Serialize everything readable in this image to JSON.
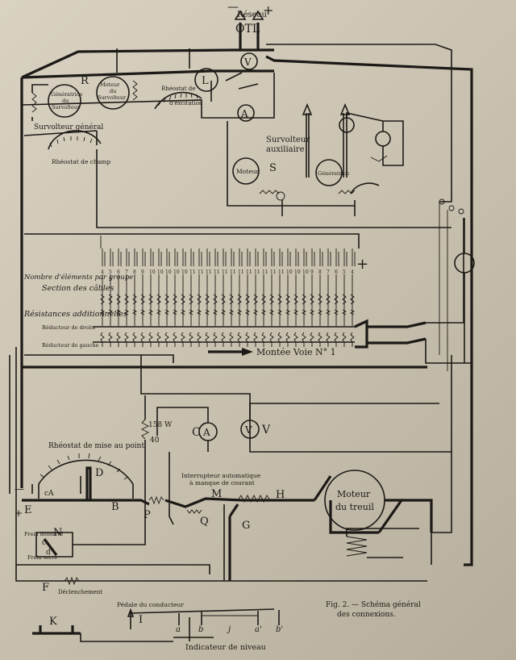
{
  "top": {
    "reseau_label": "Réseau",
    "otl_label": "OTL",
    "minus": "—",
    "plus": "+"
  },
  "letters": {
    "R": "R",
    "V": "V",
    "L": "L",
    "A": "A",
    "S": "S",
    "C": "C",
    "D": "D",
    "B": "B",
    "P": "P",
    "M": "M",
    "Q": "Q",
    "H": "H",
    "G": "G",
    "E": "E",
    "N": "N",
    "F": "F",
    "I": "I",
    "K": "K",
    "a": "a",
    "b": "b",
    "j": "j",
    "a_prime": "a'",
    "b_prime": "b'",
    "c": "c",
    "d": "d",
    "cA": "cA",
    "V2": "V"
  },
  "labels": {
    "generatrice_line1": "Génératrice",
    "generatrice_line2": "du",
    "generatrice_line3": "Survolteur",
    "moteur_serv_line1": "Moteur",
    "moteur_serv_line2": "du",
    "moteur_serv_line3": "Survolteur",
    "rheostat_excitation_line1": "Rhéostat de",
    "rheostat_excitation_line2": "d'excitation",
    "survolteur_general": "Survolteur général",
    "rheostat_champ": "Rhéostat de champ",
    "survolteur_aux_line1": "Survolteur",
    "survolteur_aux_line2": "auxiliaire",
    "moteur_small": "Moteur",
    "generatrice_small": "Génératrice",
    "nombre_elements": "Nombre d'éléments par groupe",
    "section_cables": "Section des câbles",
    "resistances_add": "Résistances additionnelles",
    "reducteur_droite": "Réducteur de droite",
    "reducteur_gauche": "Réducteur de gauche",
    "montee_voie": "Montée Voie N° 1",
    "battery_plus": "+",
    "w158": "158 W",
    "w40": "40",
    "rheostat_mise_line": "Rhéostat de mise au point",
    "interrupteur_line1": "Interrupteur automatique",
    "interrupteur_line2": "à manque de courant",
    "moteur_treuil_line1": "Moteur",
    "moteur_treuil_line2": "du treuil",
    "frein_desserre": "Frein desserré",
    "frein_serre": "Frein serré",
    "declenchement": "Déclenchement",
    "pedale": "Pédale du conducteur",
    "indicateur": "Indicateur de niveau",
    "plus_left": "+",
    "minus_left": "—"
  },
  "battery_counts": [
    "4",
    "5",
    "6",
    "7",
    "8",
    "9",
    "10",
    "10",
    "10",
    "10",
    "10",
    "11",
    "11",
    "11",
    "11",
    "11",
    "11",
    "11",
    "11",
    "11",
    "11",
    "11",
    "11",
    "10",
    "10",
    "10",
    "9",
    "8",
    "7",
    "6",
    "5",
    "4"
  ],
  "caption": {
    "line1": "Fig. 2. — Schéma général",
    "line2": "des connexions."
  }
}
